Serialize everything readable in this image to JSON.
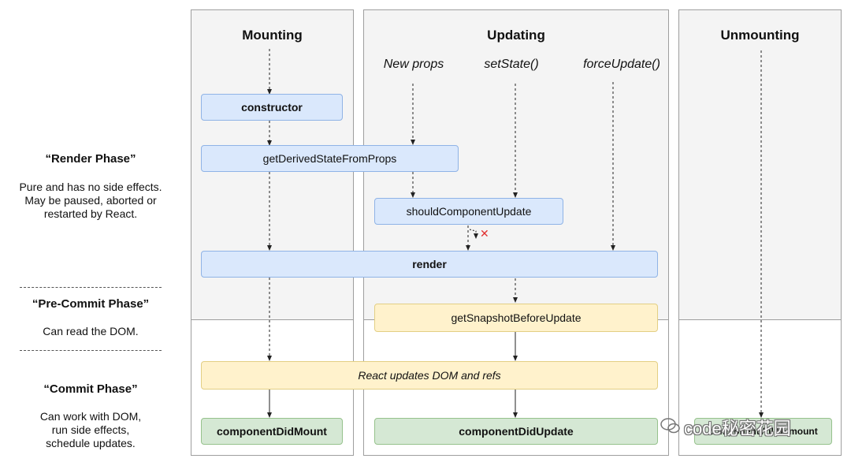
{
  "columns": {
    "mounting": "Mounting",
    "updating": "Updating",
    "unmounting": "Unmounting"
  },
  "triggers": {
    "new_props": "New props",
    "set_state": "setState()",
    "force_update": "forceUpdate()"
  },
  "nodes": {
    "constructor": "constructor",
    "get_derived_state": "getDerivedStateFromProps",
    "should_component_update": "shouldComponentUpdate",
    "render": "render",
    "get_snapshot": "getSnapshotBeforeUpdate",
    "react_updates_dom": "React updates DOM and refs",
    "component_did_mount": "componentDidMount",
    "component_did_update": "componentDidUpdate",
    "component_will_unmount": "componentWillUnmount"
  },
  "phases": {
    "render": {
      "title": "“Render Phase”",
      "description": "Pure and has no side effects.\nMay be paused, aborted or\nrestarted by React."
    },
    "pre_commit": {
      "title": "“Pre-Commit Phase”",
      "description": "Can read the DOM."
    },
    "commit": {
      "title": "“Commit Phase”",
      "description": "Can work with DOM,\nrun side effects,\nschedule updates."
    }
  },
  "marks": {
    "cancel": "✕"
  },
  "watermark": {
    "text": "code秘密花园",
    "icon": "wechat-icon"
  },
  "colors": {
    "render_phase_bg": "#f4f4f4",
    "blue_node": "#dae8fc",
    "yellow_node": "#fff2cc",
    "green_node": "#d5e8d4",
    "cancel_red": "#e03030"
  }
}
